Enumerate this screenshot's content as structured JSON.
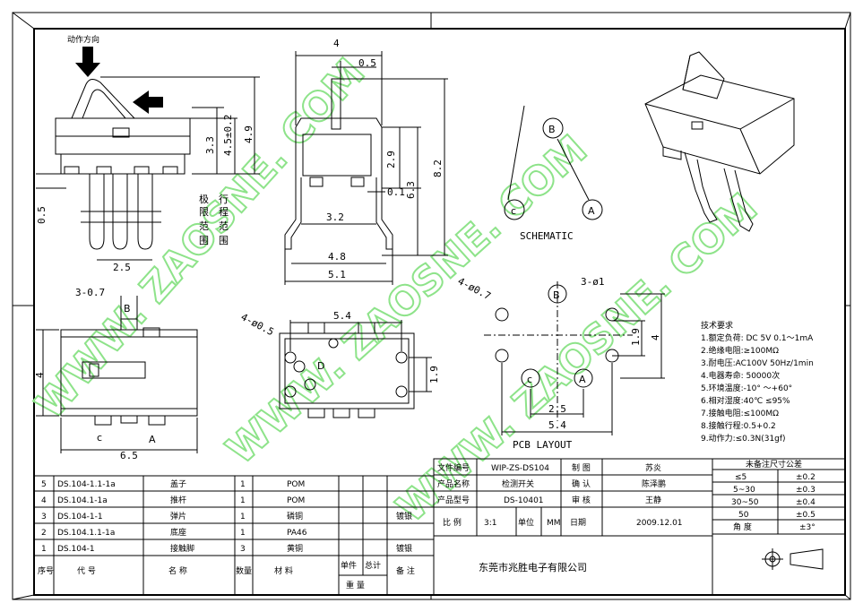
{
  "watermarks": [
    "WWW. ZAOSNE. COM",
    "WWW. ZAOSNE. COM",
    "WWW. ZAOSNE. COM"
  ],
  "side_view": {
    "action_label": "动作方向",
    "dims": [
      "3.3",
      "4.5±0.2",
      "4.9",
      "0.5",
      "2.5"
    ],
    "limit_label": [
      "极",
      "限",
      "范",
      "围"
    ],
    "travel_label": [
      "行",
      "程",
      "范",
      "围"
    ]
  },
  "front_view": {
    "dims": [
      "4",
      "0.5",
      "2.9",
      "8.2",
      "6.3",
      "0.1",
      "3.2",
      "4.8",
      "5.1"
    ]
  },
  "schematic": {
    "title": "SCHEMATIC",
    "pins": [
      "B",
      "c",
      "A"
    ]
  },
  "top_view": {
    "dims": [
      "3-0.7",
      "4",
      "6.5"
    ],
    "pins": [
      "B",
      "c",
      "A"
    ]
  },
  "bottom_view": {
    "dims": [
      "5.4",
      "4-ø0.5",
      "1.9"
    ],
    "letter": "D"
  },
  "pcb_layout": {
    "title": "PCB  LAYOUT",
    "dims": [
      "4-ø0.7",
      "3-ø1",
      "1.9",
      "4",
      "2.5",
      "5.4"
    ],
    "pins": [
      "B",
      "c",
      "A"
    ]
  },
  "tech_req": {
    "title": "技术要求",
    "items": [
      "1.额定负荷: DC 5V  0.1～1mA",
      "2.绝缘电阻:≥100MΩ",
      "3.耐电压:AC100V 50Hz/1min",
      "4.电器寿命: 50000次",
      "5.环境温度:-10° ～+60°",
      "6.相对湿度:40℃  ≤95%",
      "7.接触电阻:≤100MΩ",
      "8.接触行程:0.5+0.2",
      "9.动作力:≤0.3N(31gf)"
    ]
  },
  "bom": {
    "header": {
      "no": "序号",
      "code": "代    号",
      "name": "名    称",
      "qty": "数量",
      "material": "材    料",
      "unit": "单件",
      "total": "总计",
      "weight": "重  量",
      "remark": "备  注"
    },
    "rows": [
      {
        "no": "5",
        "code": "DS.104-1.1-1a",
        "name": "盖子",
        "qty": "1",
        "material": "POM",
        "remark": ""
      },
      {
        "no": "4",
        "code": "DS.104.1-1a",
        "name": "推杆",
        "qty": "1",
        "material": "POM",
        "remark": ""
      },
      {
        "no": "3",
        "code": "DS.104-1-1",
        "name": "弹片",
        "qty": "1",
        "material": "磷铜",
        "remark": "镀银"
      },
      {
        "no": "2",
        "code": "DS.104.1.1-1a",
        "name": "底座",
        "qty": "1",
        "material": "PA46",
        "remark": ""
      },
      {
        "no": "1",
        "code": "DS.104-1",
        "name": "接触脚",
        "qty": "3",
        "material": "黄铜",
        "remark": "镀银"
      }
    ]
  },
  "title_block": {
    "doc_no_label": "文件编号",
    "doc_no": "WIP-ZS-DS104",
    "drawn_label": "制  图",
    "drawn": "苏炎",
    "product_name_label": "产品名称",
    "product_name": "检测开关",
    "checked_label": "确  认",
    "checked": "陈泽鹏",
    "model_label": "产品型号",
    "model": "DS-10401",
    "reviewed_label": "审  核",
    "reviewed": "王静",
    "scale_label": "比  例",
    "scale": "3:1",
    "unit_label": "单位",
    "unit": "MM",
    "date_label": "日期",
    "date": "2009.12.01",
    "company": "东莞市兆胜电子有限公司"
  },
  "tolerance": {
    "title": "未备注尺寸公差",
    "rows": [
      [
        "≤5",
        "±0.2"
      ],
      [
        "5~30",
        "±0.3"
      ],
      [
        "30~50",
        "±0.4"
      ],
      [
        "50",
        "±0.5"
      ],
      [
        "角 度",
        "±3°"
      ]
    ]
  }
}
